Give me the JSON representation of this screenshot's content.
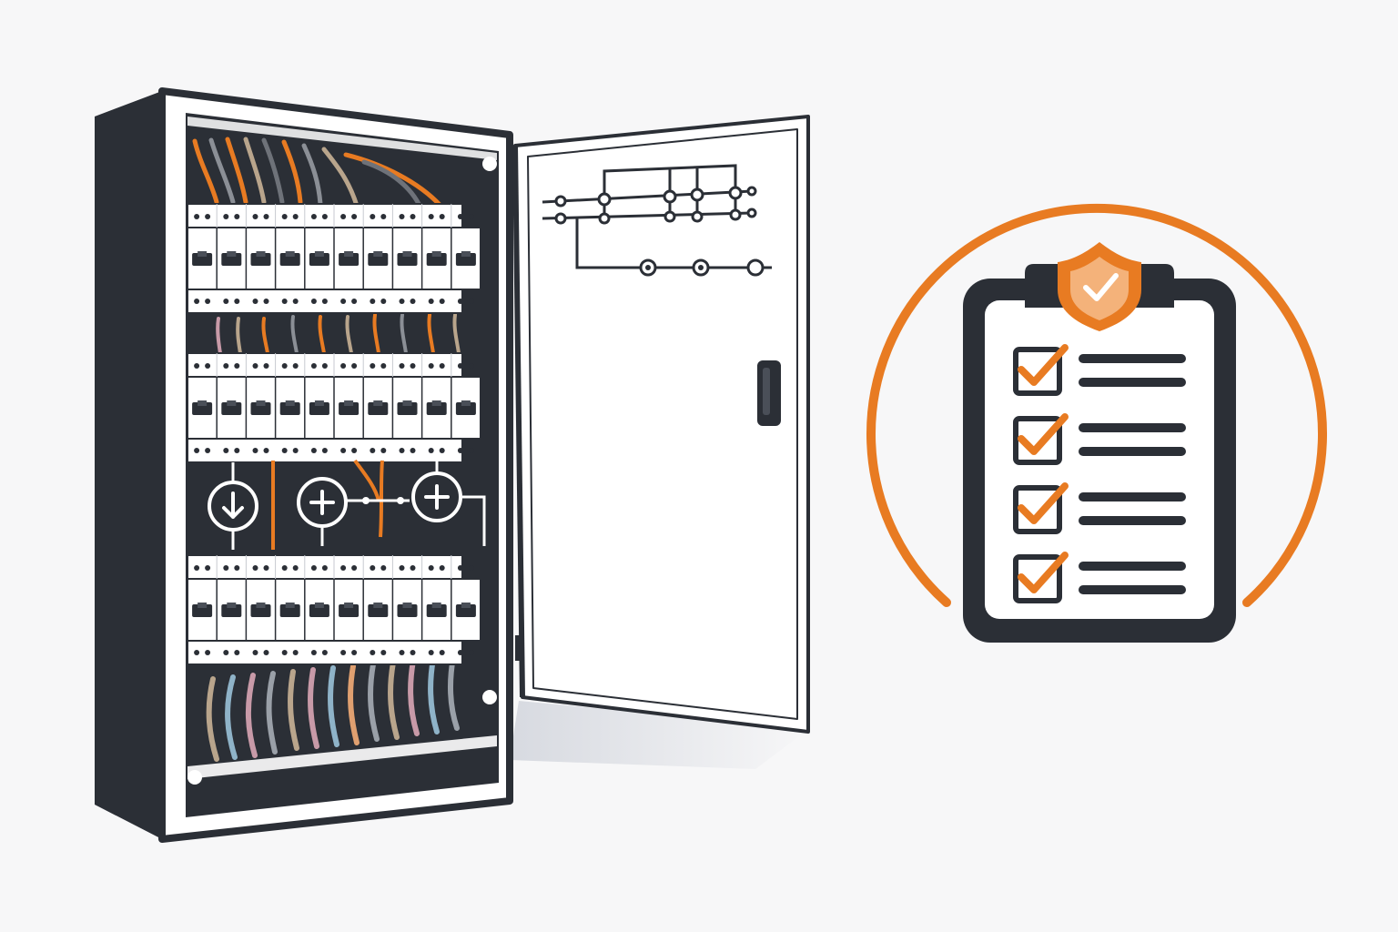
{
  "colors": {
    "background": "#f7f7f8",
    "dark": "#2b2f36",
    "accent": "#e87b22",
    "white": "#ffffff",
    "light_gray": "#e9eaec"
  },
  "panel": {
    "rows": 3,
    "breakers_per_row": 10,
    "connector_icons": [
      "down-arrow-icon",
      "plus-icon",
      "plus-icon"
    ]
  },
  "door": {
    "diagram": "circuit-schematic-icon",
    "handle": "door-handle-icon"
  },
  "checklist": {
    "items": 4,
    "checked": [
      true,
      true,
      true,
      true
    ],
    "badge": "shield-check-icon"
  }
}
